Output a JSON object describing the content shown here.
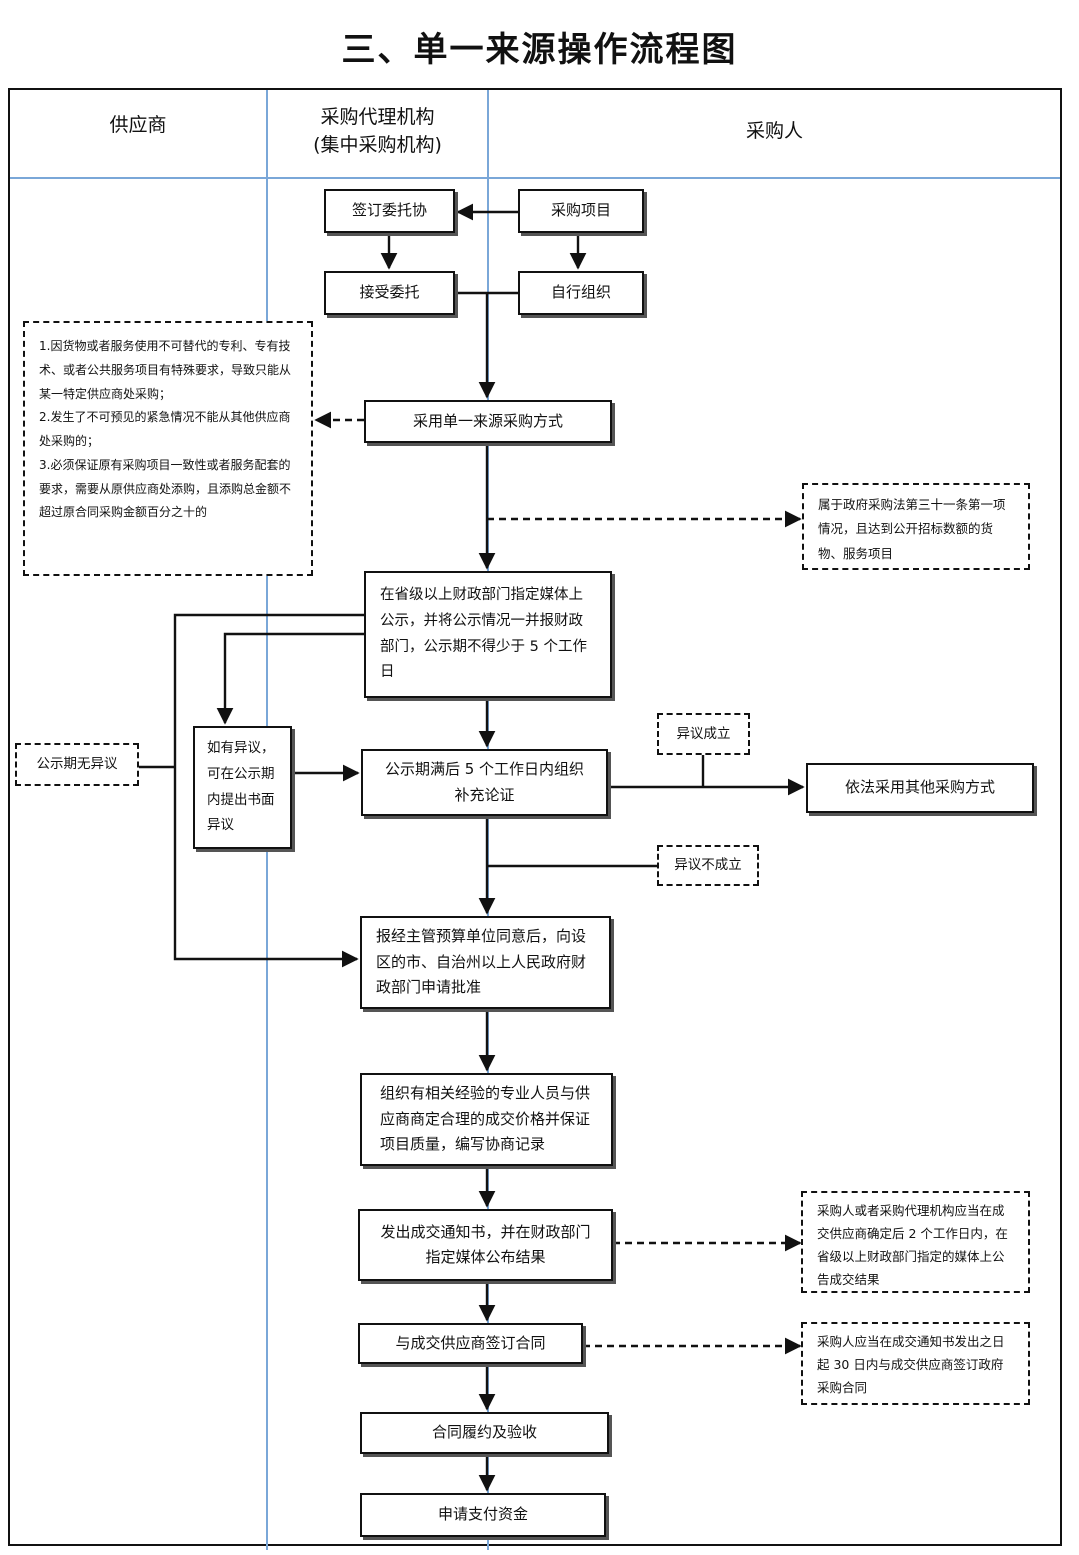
{
  "title": "三、单一来源操作流程图",
  "lanes": {
    "supplier": "供应商",
    "agency_line1": "采购代理机构",
    "agency_line2": "(集中采购机构)",
    "purchaser": "采购人"
  },
  "boxes": {
    "sign_entrust": "签订委托协",
    "purchase_project": "采购项目",
    "accept_entrust": "接受委托",
    "self_organize": "自行组织",
    "single_source": "采用单一来源采购方式",
    "publicize": "在省级以上财政部门指定媒体上公示，并将公示情况一并报财政部门，公示期不得少于 5 个工作日",
    "objection_submit": "如有异议，可在公示期内提出书面异议",
    "supplementary_review": "公示期满后 5 个工作日内组织补充论证",
    "other_method": "依法采用其他采购方式",
    "apply_approval": "报经主管预算单位同意后，向设区的市、自治州以上人民政府财政部门申请批准",
    "negotiate": "组织有相关经验的专业人员与供应商商定合理的成交价格并保证项目质量，编写协商记录",
    "issue_notice": "发出成交通知书，并在财政部门指定媒体公布结果",
    "sign_contract": "与成交供应商签订合同",
    "performance": "合同履约及验收",
    "payment": "申请支付资金"
  },
  "notes": {
    "conditions": [
      "1.因货物或者服务使用不可替代的专利、专有技术、或者公共服务项目有特殊要求，导致只能从某一特定供应商处采购；",
      "2.发生了不可预见的紧急情况不能从其他供应商处采购的；",
      "3.必须保证原有采购项目一致性或者服务配套的要求，需要从原供应商处添购，且添购总金额不超过原合同采购金额百分之十的"
    ],
    "article31": "属于政府采购法第三十一条第一项情况，且达到公开招标数额的货物、服务项目",
    "no_objection": "公示期无异议",
    "objection_valid": "异议成立",
    "objection_invalid": "异议不成立",
    "announce_rule": "采购人或者采购代理机构应当在成交供应商确定后 2 个工作日内，在省级以上财政部门指定的媒体上公告成交结果",
    "contract_rule": "采购人应当在成交通知书发出之日起 30 日内与成交供应商签订政府采购合同"
  }
}
